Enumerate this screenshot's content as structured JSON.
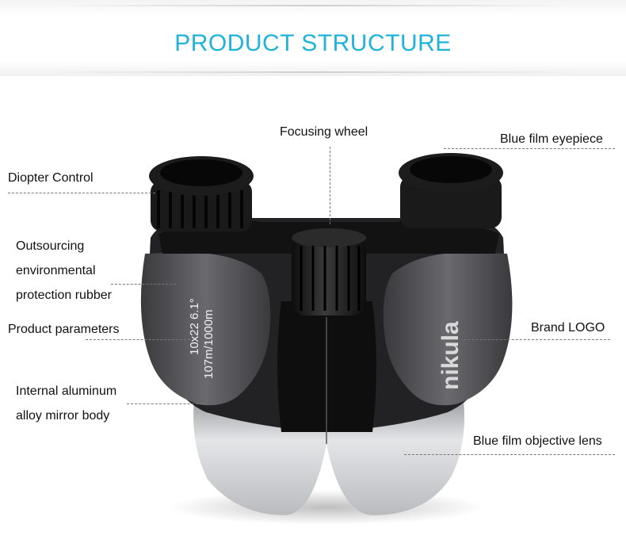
{
  "title": "PRODUCT STRUCTURE",
  "labels": {
    "focusing_wheel": "Focusing wheel",
    "blue_film_eyepiece": "Blue film eyepiece",
    "diopter_control": "Diopter Control",
    "outsourcing_line1": "Outsourcing",
    "outsourcing_line2": "environmental",
    "outsourcing_line3": "protection rubber",
    "product_parameters": "Product parameters",
    "brand_logo": "Brand LOGO",
    "internal_line1": "Internal aluminum",
    "internal_line2": "alloy mirror body",
    "blue_film_objective": "Blue film objective lens"
  },
  "product": {
    "print_line1": "10x22 6.1°",
    "print_line2": "107m/1000m",
    "brand": "nikula"
  },
  "colors": {
    "title": "#1fb3dc",
    "body_dark": "#2a2a2c",
    "body_gray": "#5b5b5f",
    "rubber": "#151515",
    "silver": "#cfd1d3"
  }
}
